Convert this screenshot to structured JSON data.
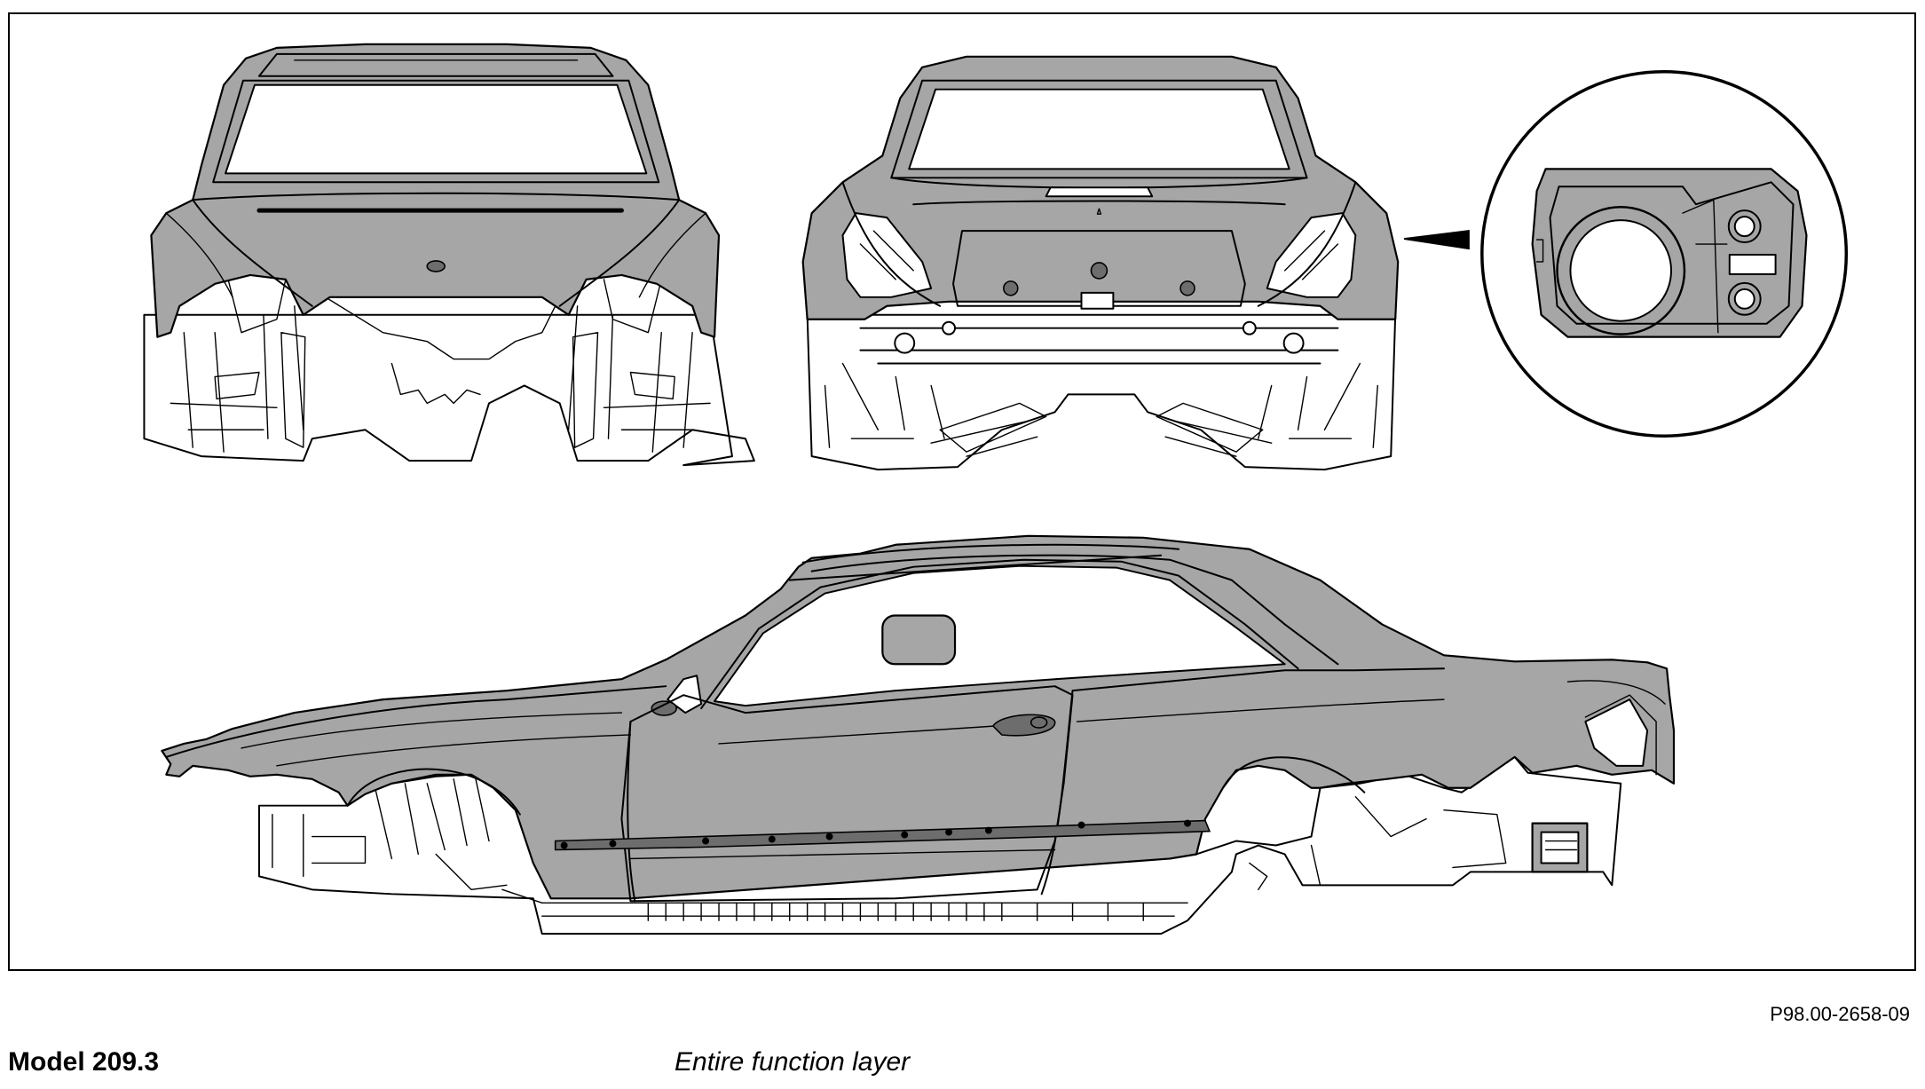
{
  "figure": {
    "reference_code": "P98.00-2658-09",
    "model": "Model 209.3",
    "description": "Entire function layer"
  },
  "colors": {
    "body_panel": "#a6a6a6",
    "line": "#000000",
    "background": "#ffffff",
    "detail_dark": "#6d6d6d"
  },
  "views": [
    {
      "name": "front-view-icon"
    },
    {
      "name": "rear-view-icon"
    },
    {
      "name": "detail-zoom-icon"
    },
    {
      "name": "side-view-icon"
    }
  ]
}
